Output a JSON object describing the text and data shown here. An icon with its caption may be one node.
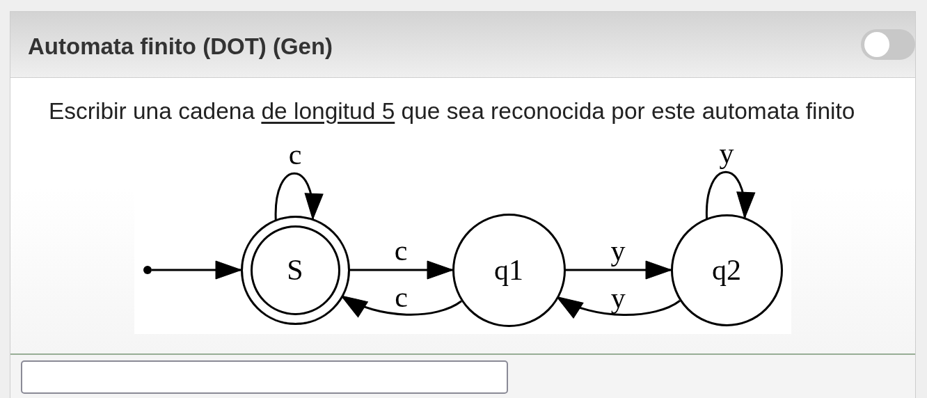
{
  "diagram": {
    "title": "Automata finito (DOT) (Gen)",
    "nodes": [
      {
        "text": [],
        "shape": "dot"
      },
      {
        "text": [
          "S"
        ]
      },
      {
        "text": [
          "q1"
        ]
      },
      {
        "text": [
          "q2"
        ]
      }
    ],
    "edges": [
      {
        "from": 0,
        "to": 1,
        "arrow": "to"
      },
      {
        "from": 1,
        "to": 1,
        "label": "c",
        "arrow": "to"
      },
      {
        "from": 1,
        "to": 2,
        "label": "c",
        "arrow": "to"
      },
      {
        "from": 2,
        "to": 1,
        "label": "c",
        "arrow": "to"
      },
      {
        "from": 2,
        "to": 3,
        "label": "y",
        "arrow": "to"
      },
      {
        "from": 3,
        "to": 2,
        "label": "y",
        "arrow": "to"
      },
      {
        "from": 3,
        "to": 3,
        "label": "y",
        "arrow": "to"
      }
    ],
    "labels": [
      "Escribir una cadena",
      "de longitud 5",
      "que sea reconocida por este automata finito"
    ]
  }
}
